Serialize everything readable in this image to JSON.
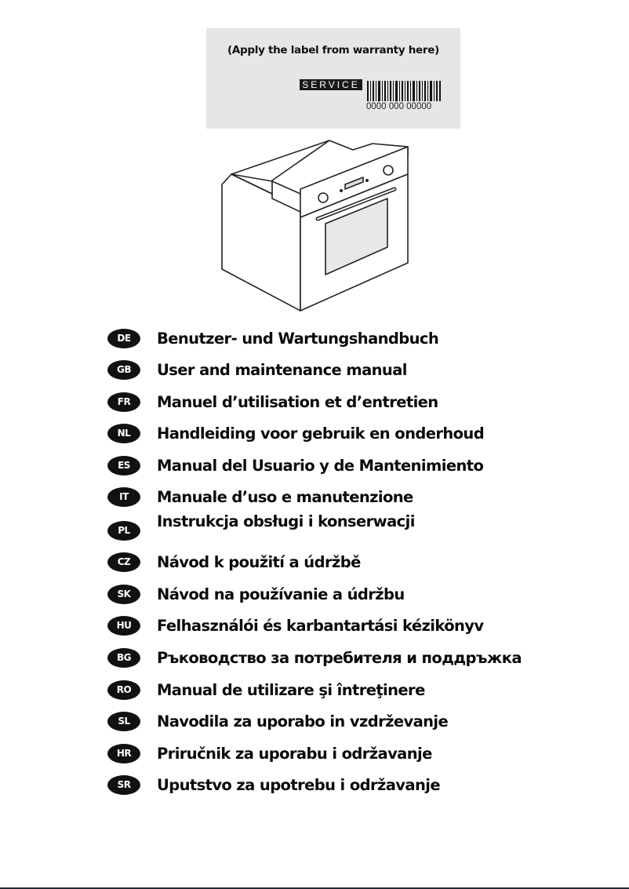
{
  "warranty_label": {
    "instruction": "(Apply the label from warranty here)",
    "service_tag": "SERVICE",
    "barcode_number": "0000 000 00000",
    "background": "#e6e6e6"
  },
  "product_image": {
    "icon": "built-in-oven-illustration"
  },
  "manual_titles": [
    {
      "code": "DE",
      "title": "Benutzer- und Wartungshandbuch"
    },
    {
      "code": "GB",
      "title": "User and maintenance manual"
    },
    {
      "code": "FR",
      "title": "Manuel d’utilisation et d’entretien"
    },
    {
      "code": "NL",
      "title": "Handleiding voor gebruik en onderhoud"
    },
    {
      "code": "ES",
      "title": "Manual del Usuario y de Mantenimiento"
    },
    {
      "code": "IT",
      "title": "Manuale d’uso e manutenzione"
    },
    {
      "code": "PL",
      "title": "Instrukcja obsługi i konserwacji"
    },
    {
      "code": "CZ",
      "title": "Návod k použití a údržbě"
    },
    {
      "code": "SK",
      "title": "Návod na používanie a údržbu"
    },
    {
      "code": "HU",
      "title": "Felhasználói és karbantartási kézikönyv"
    },
    {
      "code": "BG",
      "title": "Ръководство за потребителя и поддръжка"
    },
    {
      "code": "RO",
      "title": "Manual de utilizare şi întreţinere"
    },
    {
      "code": "SL",
      "title": "Navodila za uporabo in vzdrževanje"
    },
    {
      "code": "HR",
      "title": "Priručnik za uporabu i održavanje"
    },
    {
      "code": "SR",
      "title": "Uputstvo za upotrebu i održavanje"
    }
  ],
  "colors": {
    "badge": "#111111",
    "text": "#0a0a0a"
  }
}
